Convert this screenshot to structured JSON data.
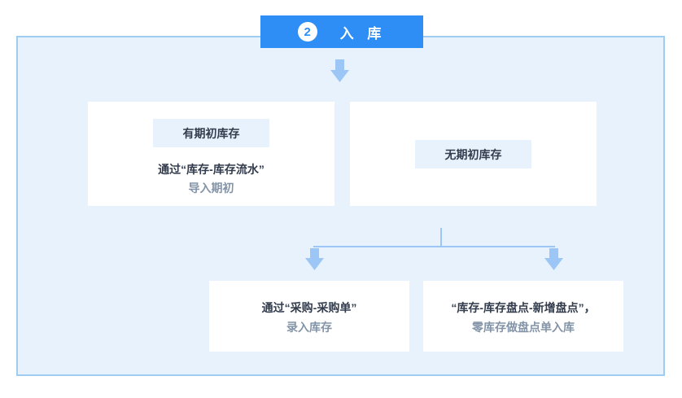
{
  "header": {
    "step": "2",
    "title": "入 库"
  },
  "top_left": {
    "label": "有期初库存",
    "line1": "通过“库存-库存流水”",
    "line2": "导入期初"
  },
  "top_right": {
    "label": "无期初库存"
  },
  "bottom_left": {
    "line1": "通过“采购-采购单”",
    "line2": "录入库存"
  },
  "bottom_right": {
    "line1": "“库存-库存盘点-新增盘点”，",
    "line2": "零库存做盘点单入库"
  },
  "colors": {
    "accent": "#2e8ef5",
    "panel_bg": "#e8f2fd",
    "panel_border": "#9fcdf2",
    "arrow": "#9cc6f5",
    "text_dark": "#333c4d",
    "text_light": "#8494a8"
  }
}
